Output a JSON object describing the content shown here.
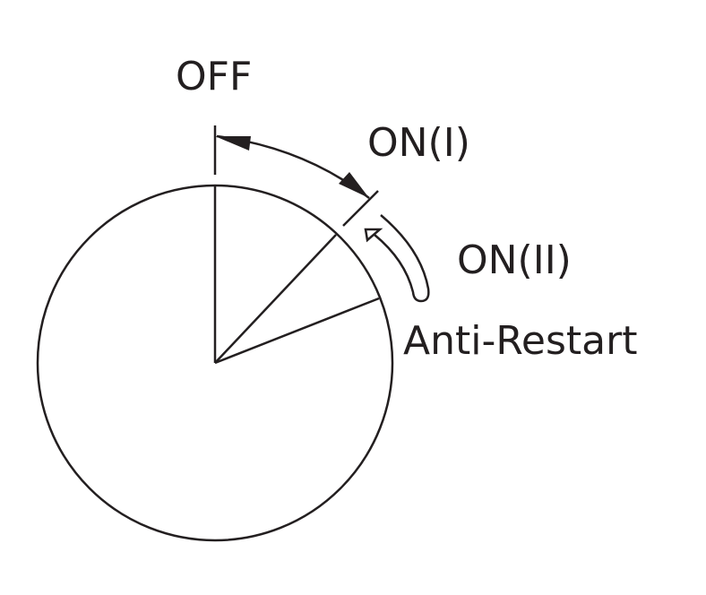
{
  "labels": {
    "off": "OFF",
    "on1": "ON(I)",
    "on2": "ON(II)",
    "anti_restart": "Anti-Restart"
  },
  "colors": {
    "stroke": "#231f20",
    "background": "#ffffff"
  }
}
